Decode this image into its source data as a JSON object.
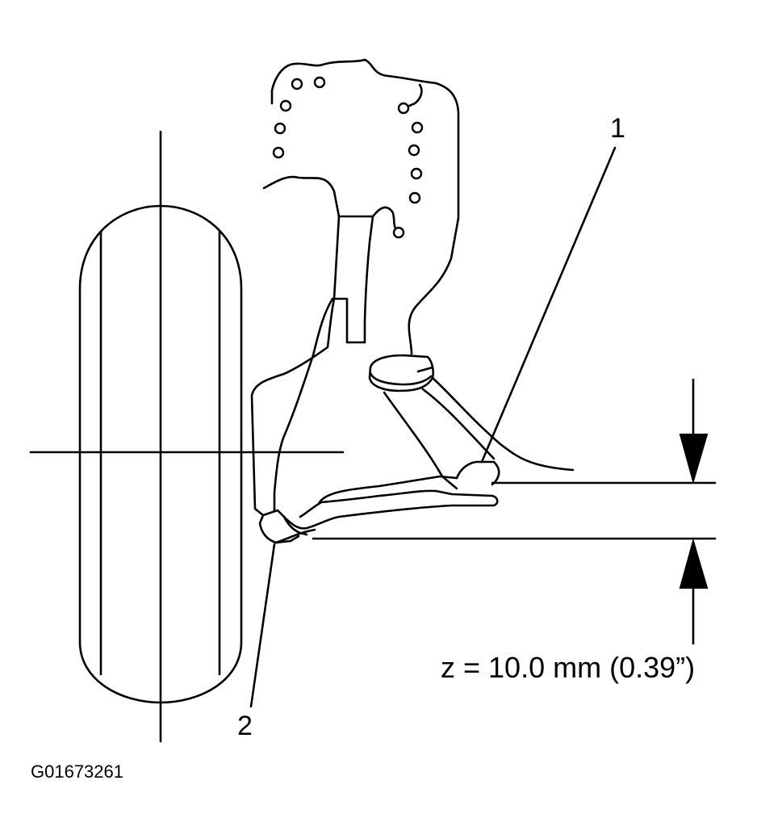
{
  "callouts": {
    "item1": "1",
    "item2": "2"
  },
  "dimension": {
    "label": "z = 10.0 mm (0.39”)"
  },
  "figure_code": "G01673261"
}
